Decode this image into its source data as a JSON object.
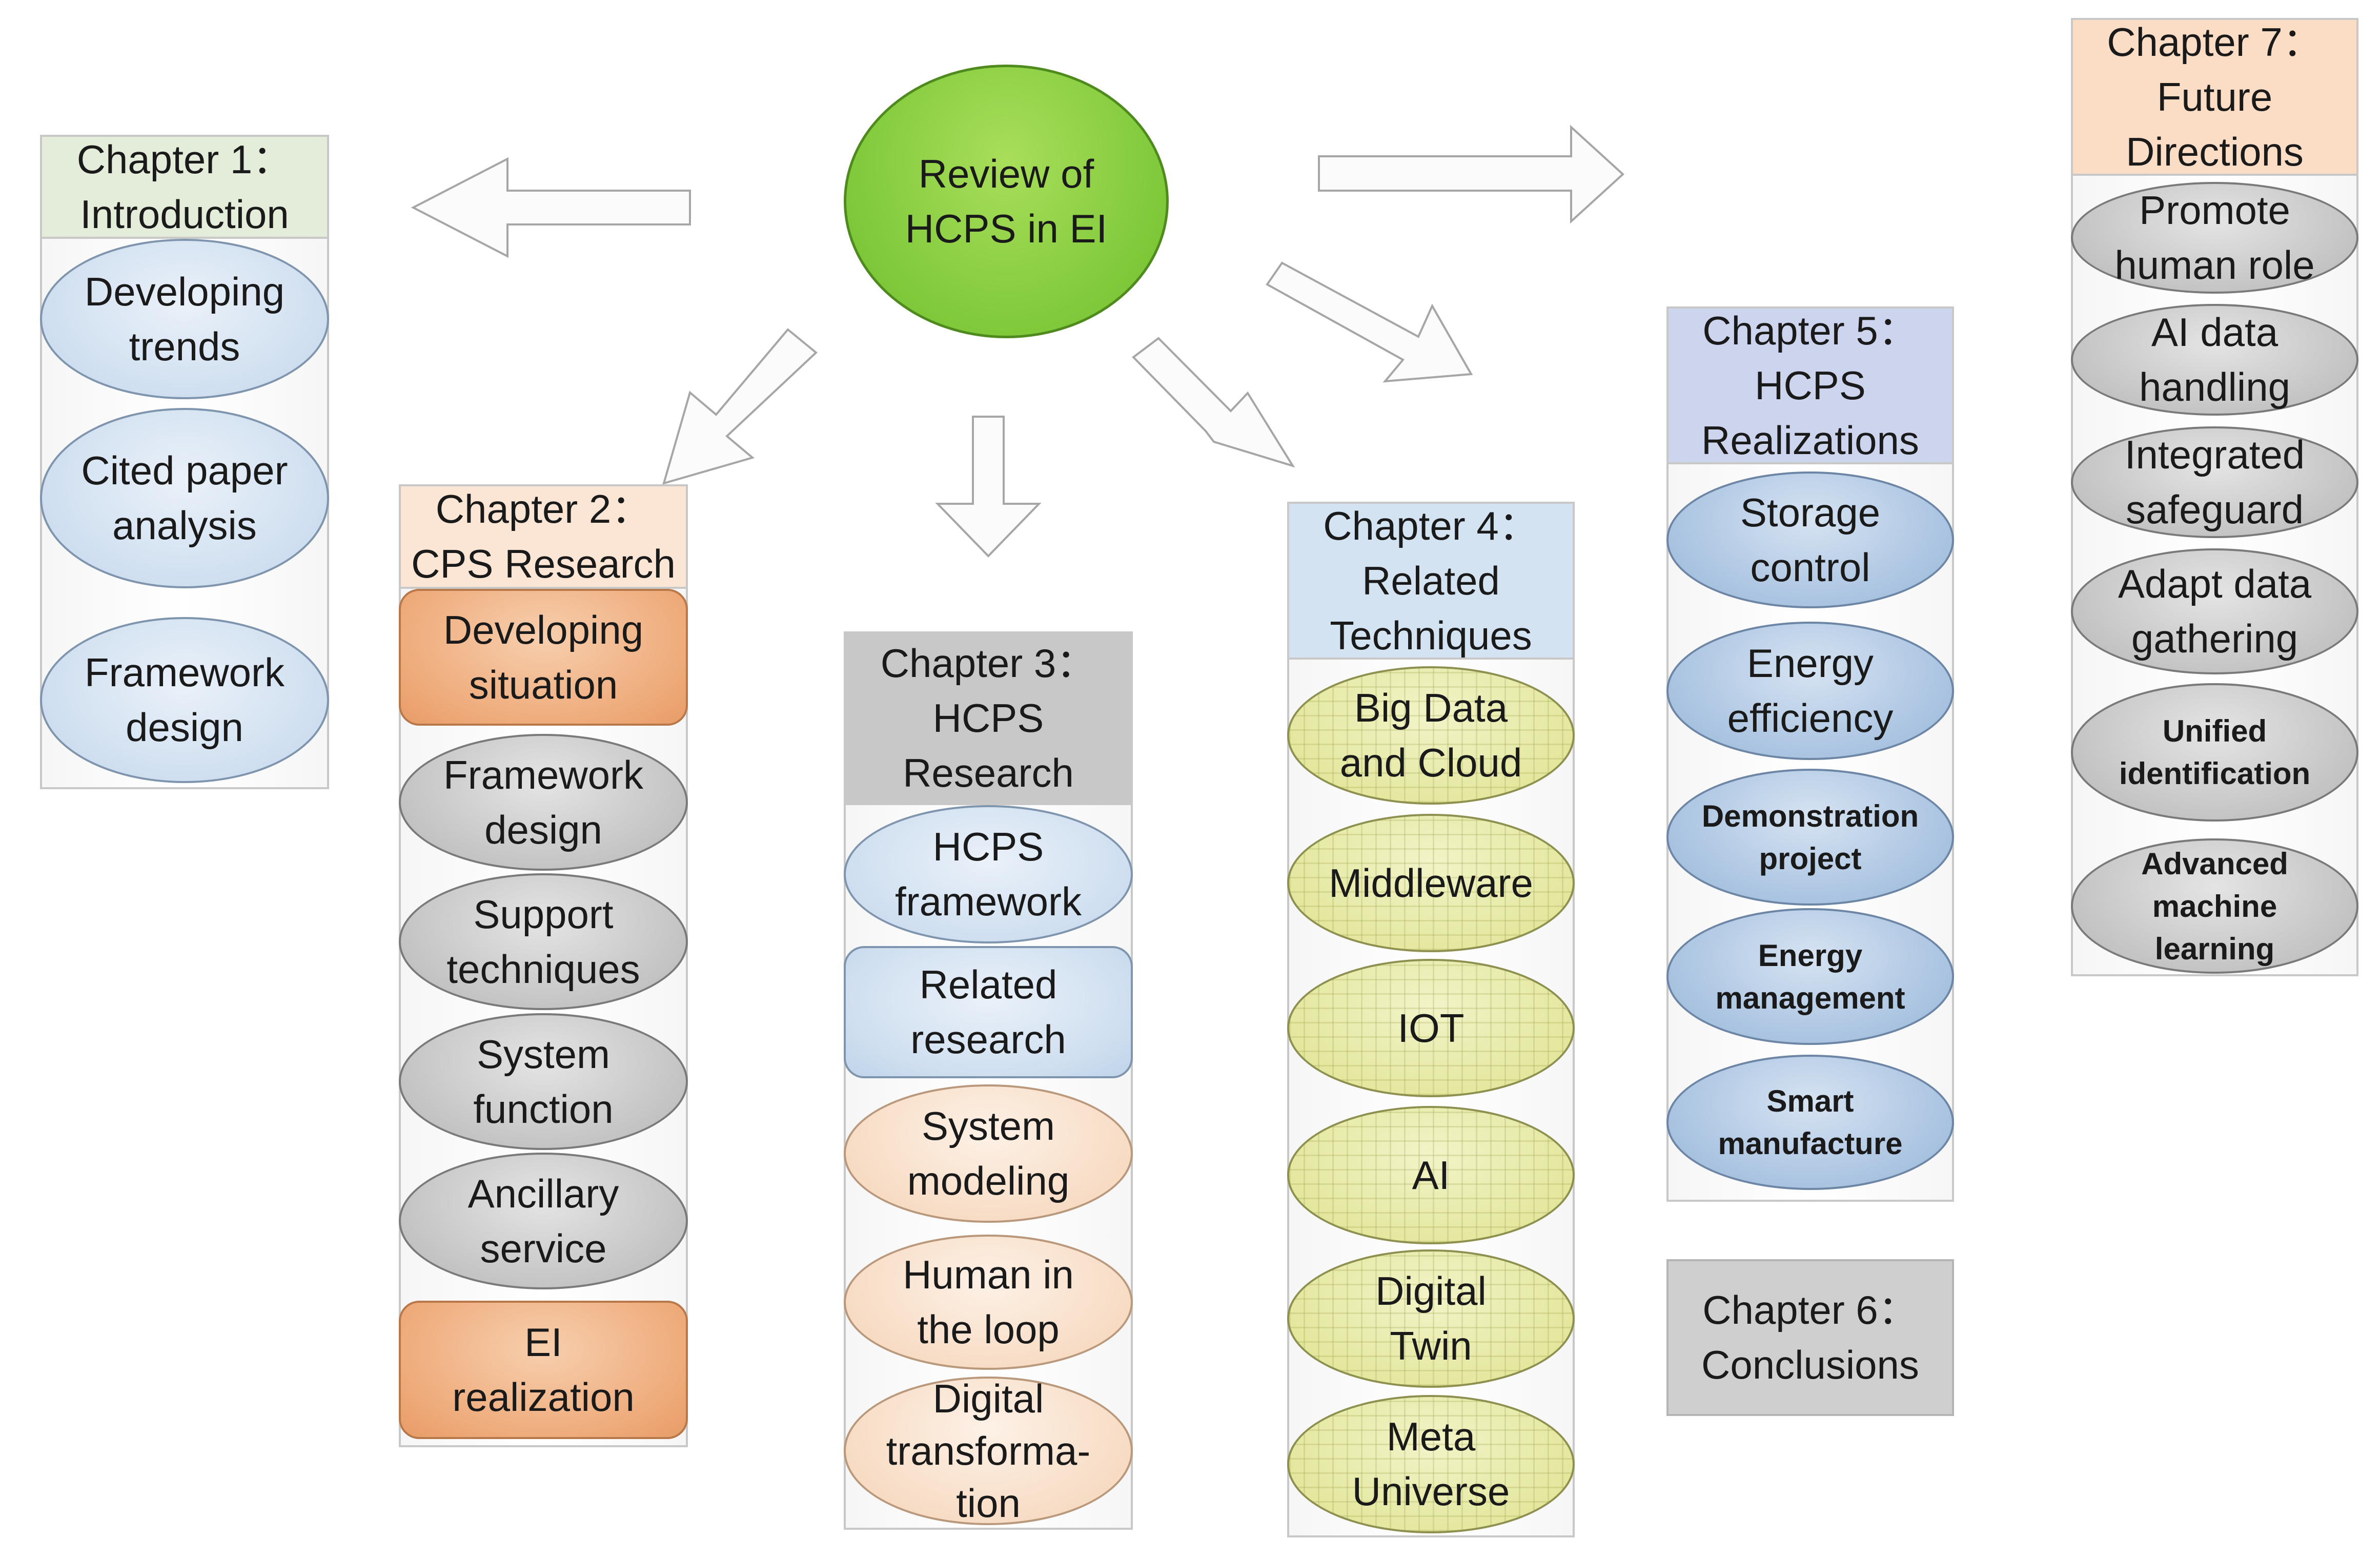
{
  "center": {
    "label": "Review of\nHCPS in EI"
  },
  "colors": {
    "center": "#7fc93a",
    "ch1_header": "#e4edda",
    "ch2_header": "#fbe6d6",
    "ch3_header": "#c8c8c8",
    "ch4_header": "#d4e3f2",
    "ch5_header": "#cdd5ee",
    "ch6_header": "#cfcfcf",
    "ch7_header": "#fbdcc4"
  },
  "chapters": {
    "ch1": {
      "title": "Chapter 1：\nIntroduction",
      "items": [
        "Developing\ntrends",
        "Cited paper\nanalysis",
        "Framework\ndesign"
      ]
    },
    "ch2": {
      "title": "Chapter 2：\nCPS  Research",
      "items": [
        "Developing\nsituation",
        "Framework\ndesign",
        "Support\ntechniques",
        "System\nfunction",
        "Ancillary\nservice",
        "EI\nrealization"
      ]
    },
    "ch3": {
      "title": "Chapter 3：\nHCPS\nResearch",
      "items": [
        "HCPS\nframework",
        "Related\nresearch",
        "System\nmodeling",
        "Human in\nthe loop",
        "Digital\ntransforma-\ntion"
      ]
    },
    "ch4": {
      "title": "Chapter 4：\nRelated\nTechniques",
      "items": [
        "Big Data\nand Cloud",
        "Middleware",
        "IOT",
        "AI",
        "Digital\nTwin",
        "Meta\nUniverse"
      ]
    },
    "ch5": {
      "title": "Chapter 5：\nHCPS\nRealizations",
      "items": [
        "Storage\ncontrol",
        "Energy\nefficiency",
        "Demonstration\nproject",
        "Energy\nmanagement",
        "Smart\nmanufacture"
      ]
    },
    "ch6": {
      "title": "Chapter 6：\nConclusions"
    },
    "ch7": {
      "title": "Chapter 7：\nFuture\nDirections",
      "items": [
        "Promote\nhuman role",
        "AI data\nhandling",
        "Integrated\nsafeguard",
        "Adapt data\ngathering",
        "Unified\nidentification",
        "Advanced\nmachine\nlearning"
      ]
    }
  }
}
